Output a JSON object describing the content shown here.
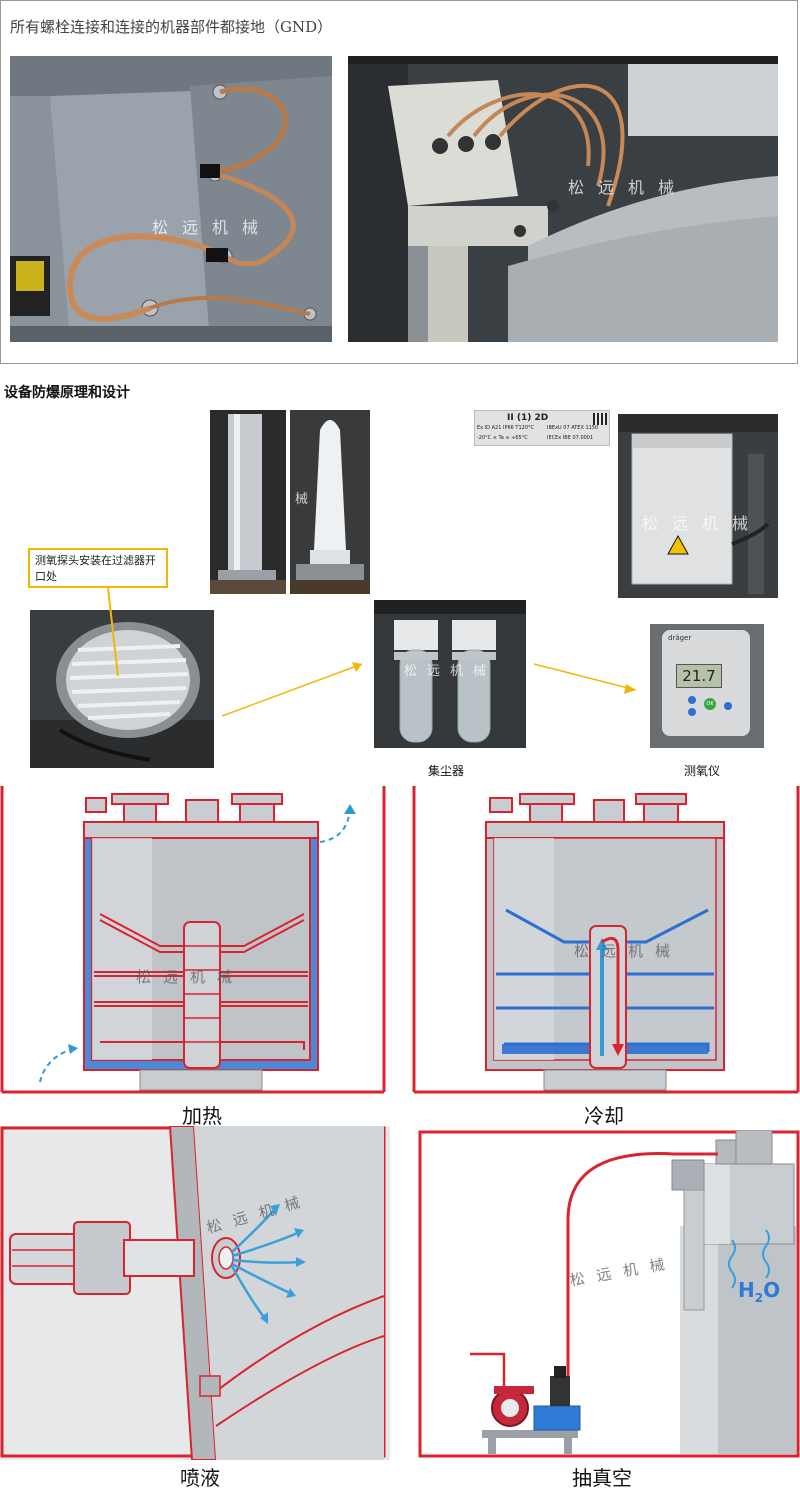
{
  "top_caption": "所有螺栓连接和连接的机器部件都接地（GND）",
  "section_title": "设备防爆原理和设计",
  "watermark": "松远机械",
  "callout_text": "测氧探头安装在过滤器开口处",
  "labels": {
    "collector": "集尘器",
    "oxygen_meter": "测氧仪",
    "heating": "加热",
    "cooling": "冷却",
    "spray": "喷液",
    "vacuum": "抽真空"
  },
  "plate": {
    "line1": "II (1) 2D",
    "line2": "Ex ID A21 IP66 T120°C",
    "line3": "IBExU 07 ATEX 1150",
    "line4": "-20°C ≤ Ta ≤ +65°C",
    "line5": "IECEx IBE 07.0001"
  },
  "meter": {
    "brand": "dräger",
    "reading": "21.7",
    "ok_label": "OK"
  },
  "h2o": {
    "H": "H",
    "sub": "2",
    "O": "O"
  },
  "colors": {
    "red": "#d9232e",
    "blue": "#2e7bd6",
    "callout_yellow": "#f2b705",
    "steel": "#c8cdd2"
  }
}
